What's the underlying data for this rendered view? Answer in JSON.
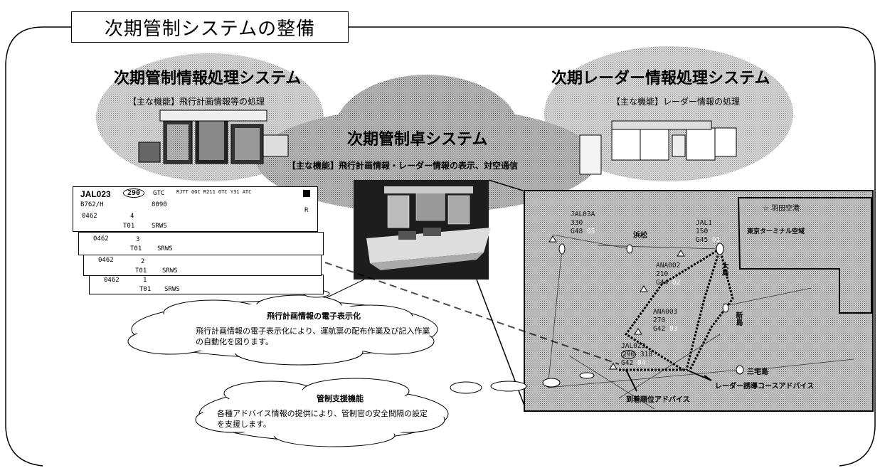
{
  "page_title": "次期管制システムの整備",
  "left_system": {
    "title": "次期管制情報処理システム",
    "function": "【主な機能】飛行計画情報等の処理"
  },
  "right_system": {
    "title": "次期レーダー情報処理システム",
    "function": "【主な機能】レーダー情報の処理"
  },
  "center_system": {
    "title": "次期管制卓システム",
    "function": "【主な機能】飛行計画情報・レーダー情報の表示、対空通信"
  },
  "flight_strips": {
    "top": {
      "callsign": "JAL023",
      "altitude": "290",
      "gtc": "GTC",
      "route": "RJTT GOC R211 OTC Y31 ATC",
      "aircraft": "B762/H",
      "code": "8090",
      "mark_r": "R",
      "num": "0462",
      "seq": "4",
      "fix": "T01",
      "rw": "SRWS"
    },
    "others": [
      {
        "num": "0462",
        "seq": "3",
        "fix": "T01",
        "rw": "SRWS"
      },
      {
        "num": "0462",
        "seq": "2",
        "fix": "T01",
        "rw": "SRWS"
      },
      {
        "num": "0462",
        "seq": "1",
        "fix": "T01",
        "rw": "SRWS"
      }
    ]
  },
  "cloud_electronic": {
    "title": "飛行計画情報の電子表示化",
    "text": "飛行計画情報の電子表示化により、運航票の配布作業及び記入作業の自動化を図ります。"
  },
  "cloud_support": {
    "title": "管制支援機能",
    "text": "各種アドバイス情報の提供により、管制官の安全間隔の設定を支援します。"
  },
  "radar_map": {
    "haneda": "☆ 羽田空港",
    "terminal": "東京ターミナル空域",
    "hamamatsu": "浜松",
    "niijima": "新島",
    "oshima": "大島",
    "miyakejima": "三宅島",
    "advice_order": "到着順位アドバイス",
    "advice_course": "レーダー誘導コースアドバイス",
    "targets": [
      {
        "callsign": "JAL03A",
        "alt": "330",
        "gate": "G48",
        "seq": "05"
      },
      {
        "callsign": "JAL1",
        "alt": "150",
        "gate": "G45",
        "seq": "01"
      },
      {
        "callsign": "ANA002",
        "alt": "210",
        "gate": "G44",
        "seq": "02"
      },
      {
        "callsign": "ANA003",
        "alt": "270",
        "gate": "G42",
        "seq": "03"
      },
      {
        "callsign": "JAL023",
        "alt": "290",
        "alt2": "318",
        "gate": "G42",
        "seq": "04"
      }
    ]
  }
}
